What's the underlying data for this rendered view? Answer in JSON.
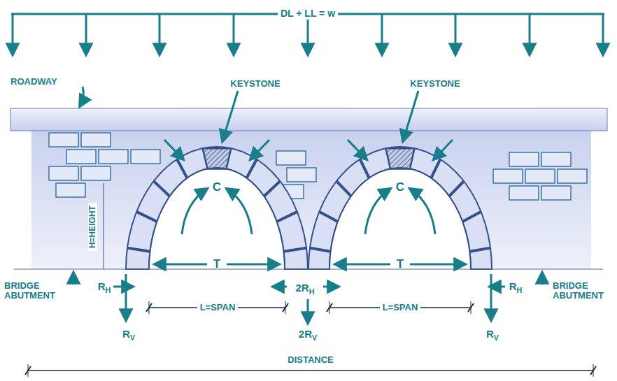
{
  "diagram": {
    "labels": [
      "DL + LL = w",
      "ROADWAY",
      "KEYSTONE",
      "KEYSTONE",
      "H=HEIGHT",
      "C",
      "C",
      "T",
      "T",
      "RH",
      "2RH",
      "RH",
      "BRIDGE ABUTMENT",
      "BRIDGE ABUTMENT",
      "RV",
      "2RV",
      "RV",
      "L=SPAN",
      "L=SPAN",
      "DISTANCE"
    ]
  }
}
